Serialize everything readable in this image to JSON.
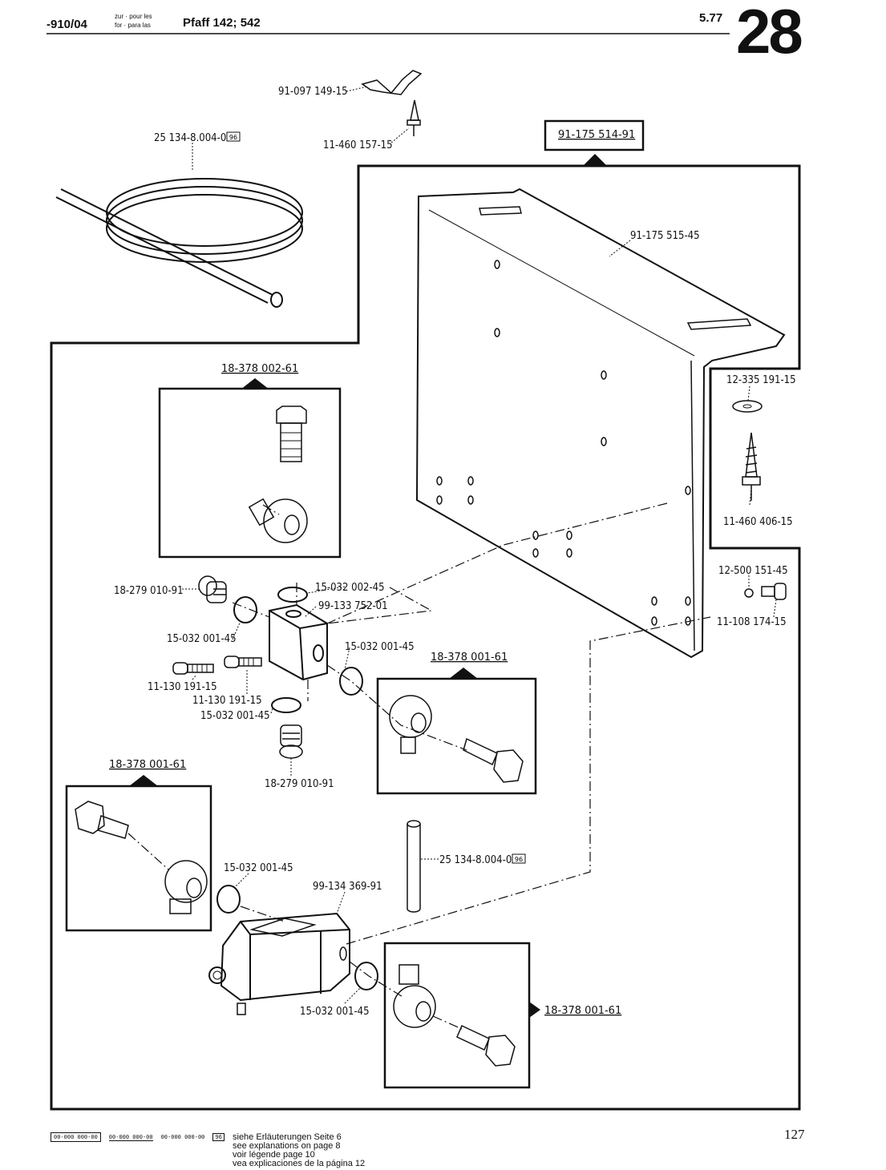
{
  "header": {
    "series": "-910/04",
    "prep_line1": "zur · pour les",
    "prep_line2": "for · para las",
    "machine": "Pfaff 142; 542",
    "date": "5.77",
    "page_group": "28"
  },
  "parts": {
    "bracket": "91-097 149-15",
    "screw_top": "11-460 157-15",
    "tube_coil": "25 134-8.004-0",
    "assembly_main": "91-175 514-91",
    "plate": "91-175 515-45",
    "washer_right": "12-335 191-15",
    "wood_screw": "11-460 406-15",
    "nut_small": "12-500 151-45",
    "screw_small": "11-108 174-15",
    "banjo_kit_a": "18-378 002-61",
    "plug_top": "18-279 010-91",
    "seal_top": "15-032 002-45",
    "block": "99-133 752-01",
    "seal_left": "15-032 001-45",
    "seal_mid_right": "15-032 001-45",
    "banjo_kit_b": "18-378 001-61",
    "screw_a": "11-130 191-15",
    "screw_b": "11-130 191-15",
    "seal_bottom": "15-032 001-45",
    "plug_bottom": "18-279 010-91",
    "banjo_kit_c": "18-378 001-61",
    "tube_straight": "25 134-8.004-0",
    "seal_valve_left": "15-032 001-45",
    "valve": "99-134 369-91",
    "seal_valve_right": "15-032 001-45",
    "banjo_kit_d": "18-378 001-61"
  },
  "badge": "96",
  "footer": {
    "legend_codes": [
      "00-000 000-00",
      "00-000 000-00",
      "00-000 000-00"
    ],
    "legend_badge": "96",
    "explain_de": "siehe Erläuterungen Seite 6",
    "explain_en": "see explanations on page 8",
    "explain_fr": "voir légende page 10",
    "explain_es": "vea explicaciones de la página 12",
    "page_number": "127"
  }
}
